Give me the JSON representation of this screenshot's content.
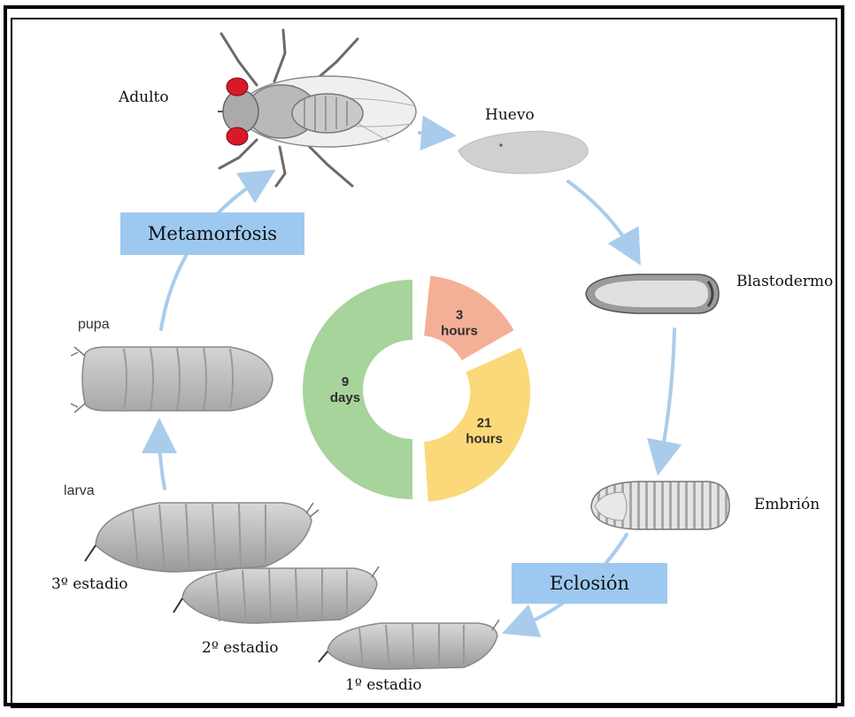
{
  "stages": {
    "adulto": "Adulto",
    "huevo": "Huevo",
    "blastodermo": "Blastodermo",
    "embrion": "Embrión",
    "pupa": "pupa",
    "larva": "larva",
    "estadio1": "1º estadio",
    "estadio2": "2º estadio",
    "estadio3": "3º estadio"
  },
  "processes": {
    "metamorfosis": "Metamorfosis",
    "eclosion": "Eclosión"
  },
  "durations": {
    "segment_hours3": {
      "value": "3",
      "unit": "hours",
      "color": "#f4b096"
    },
    "segment_hours21": {
      "value": "21",
      "unit": "hours",
      "color": "#fbd97a"
    },
    "segment_days9": {
      "value": "9",
      "unit": "days",
      "color": "#a7d49a"
    }
  },
  "colors": {
    "arrow": "#a9ccec",
    "box": "#9dc9f0",
    "body_gray": "#c8c8c8",
    "fly_eye": "#d9192a"
  }
}
